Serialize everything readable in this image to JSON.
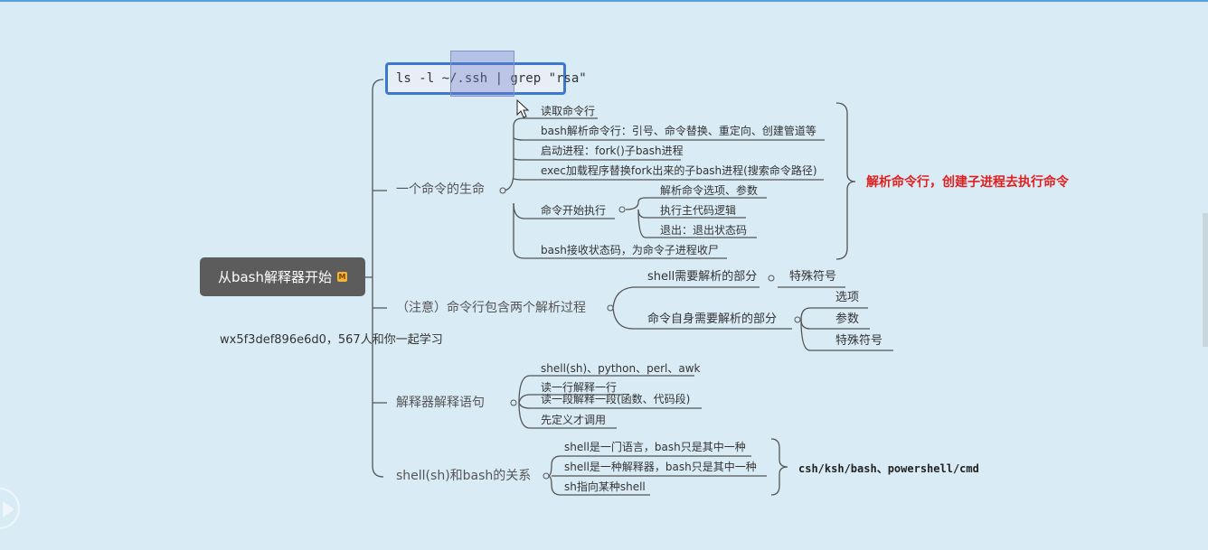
{
  "root": {
    "label": "从bash解释器开始"
  },
  "command": {
    "text": "ls -l ~/.ssh | grep \"rsa\""
  },
  "branch1": {
    "title": "一个命令的生命",
    "items": [
      "读取命令行",
      "bash解析命令行：引号、命令替换、重定向、创建管道等",
      "启动进程：fork()子bash进程",
      "exec加载程序替换fork出来的子bash进程(搜索命令路径)",
      "命令开始执行",
      "bash接收状态码，为命令子进程收尸"
    ],
    "exec_items": [
      "解析命令选项、参数",
      "执行主代码逻辑",
      "退出：退出状态码"
    ],
    "summary": "解析命令行，创建子进程去执行命令"
  },
  "branch2": {
    "title": "（注意）命令行包含两个解析过程",
    "shell_part": "shell需要解析的部分",
    "shell_part_child": "特殊符号",
    "cmd_part": "命令自身需要解析的部分",
    "cmd_part_children": [
      "选项",
      "参数",
      "特殊符号"
    ]
  },
  "branch3": {
    "title": "解释器解释语句",
    "items": [
      "shell(sh)、python、perl、awk",
      "读一行解释一行",
      "读一段解释一段(函数、代码段)",
      "先定义才调用"
    ]
  },
  "branch4": {
    "title": "shell(sh)和bash的关系",
    "items": [
      "shell是一门语言，bash只是其中一种",
      "shell是一种解释器，bash只是其中一种",
      "sh指向某种shell"
    ],
    "summary": "csh/ksh/bash、powershell/cmd"
  },
  "watermark": "wx5f3def896e6d0，567人和你一起学习",
  "colors": {
    "background": "#d9ebf4",
    "root": "#5c5c5c",
    "accent_red": "#e02020",
    "selection_border": "#3c78d0"
  }
}
